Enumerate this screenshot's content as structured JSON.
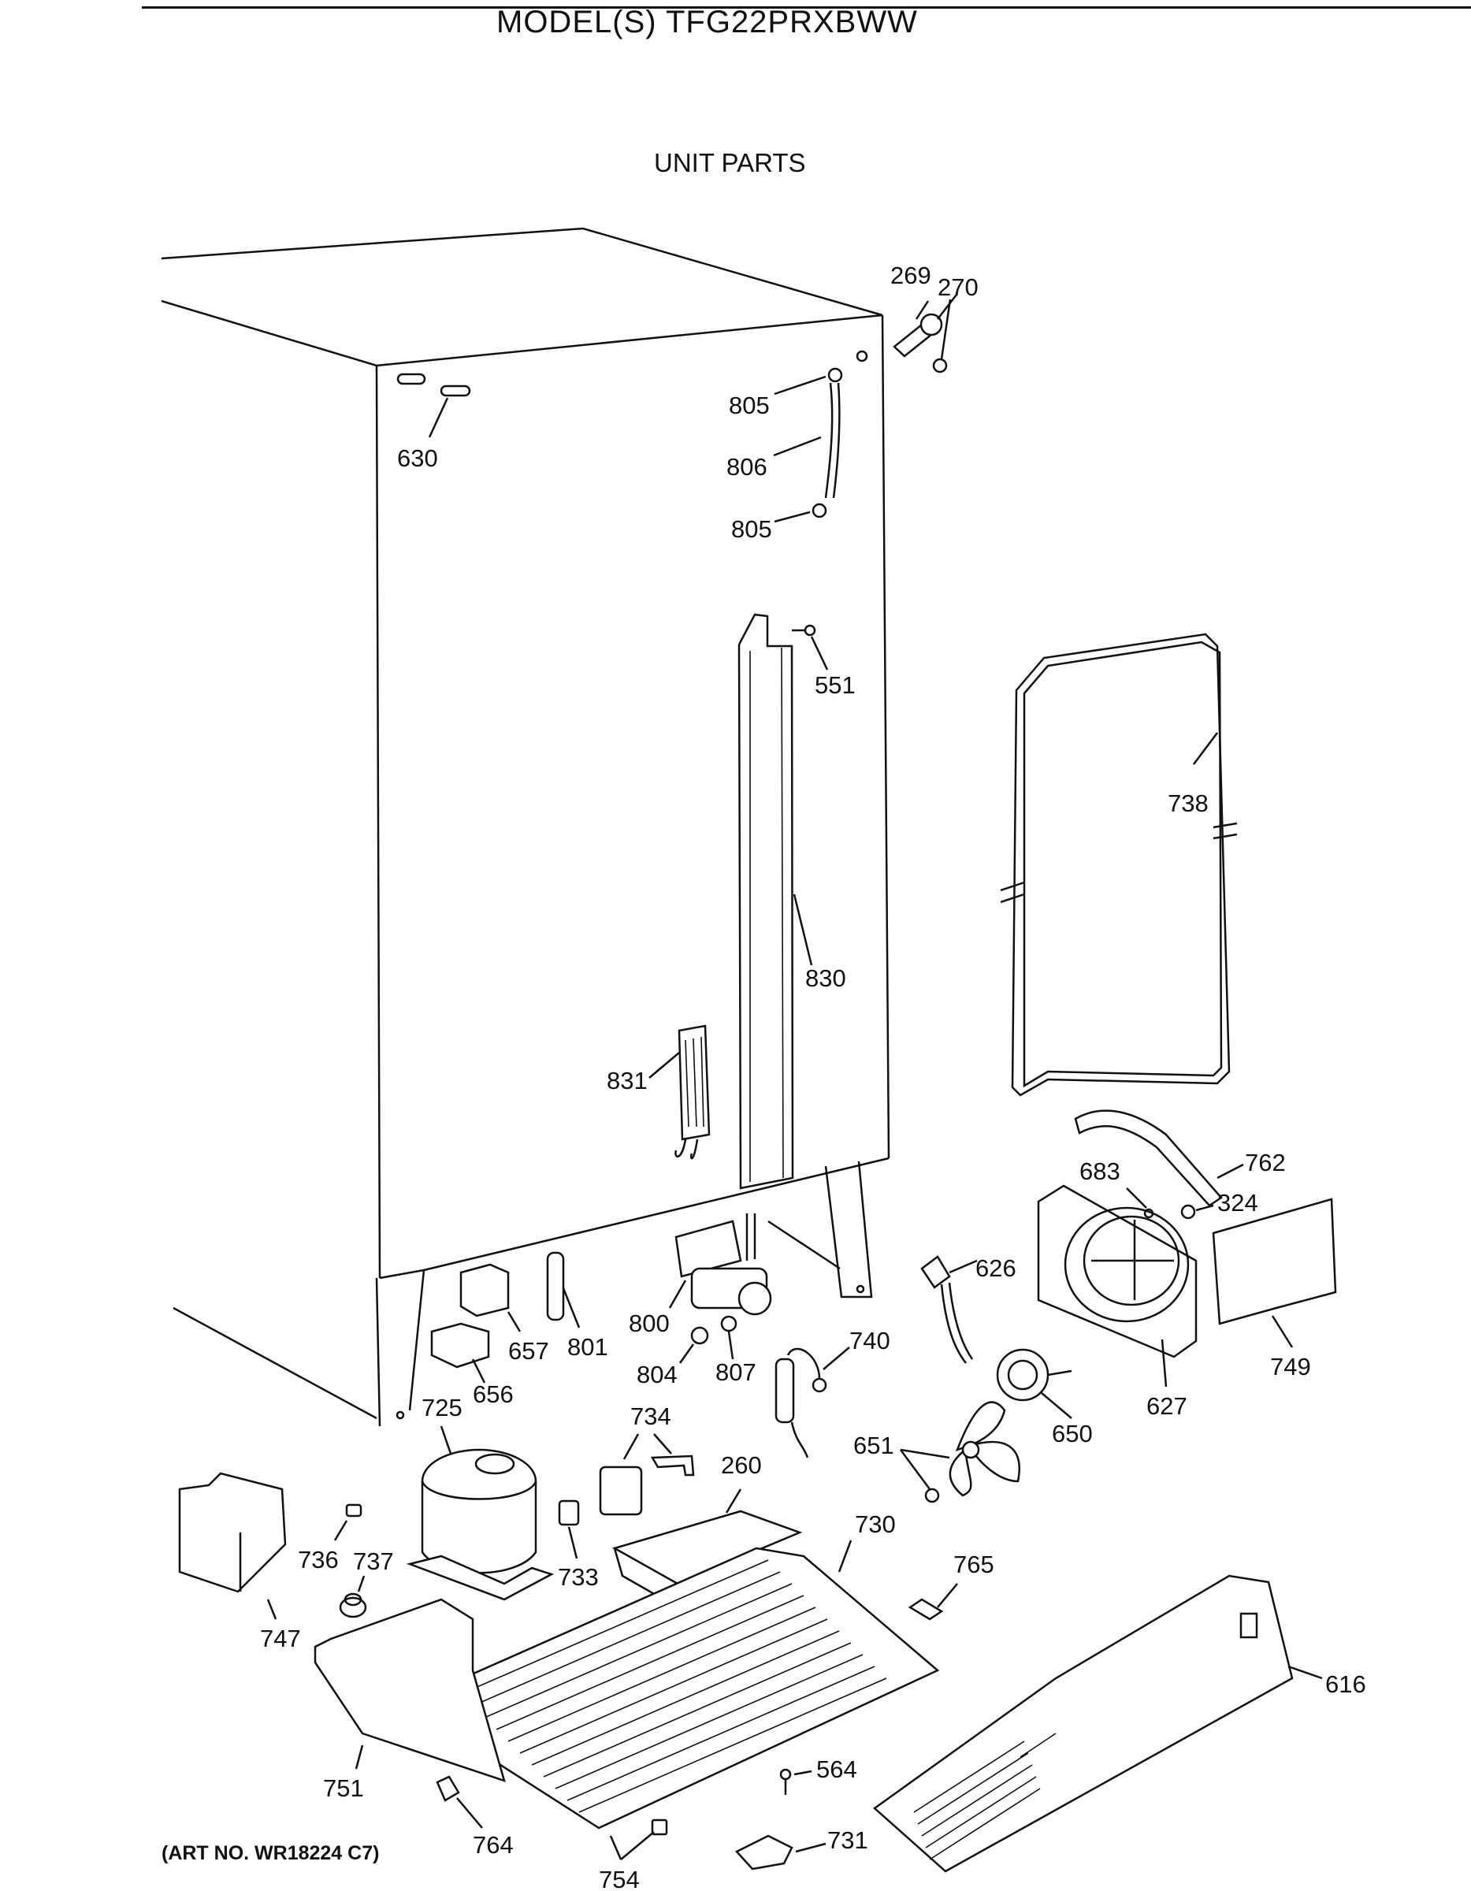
{
  "header": {
    "model_title": "MODEL(S) TFG22PRXBWW",
    "section_title": "UNIT PARTS"
  },
  "footer": {
    "art_number": "(ART NO. WR18224 C7)"
  },
  "callouts": [
    "269",
    "270",
    "805",
    "806",
    "805",
    "630",
    "551",
    "738",
    "830",
    "831",
    "762",
    "683",
    "324",
    "626",
    "749",
    "800",
    "801",
    "657",
    "656",
    "804",
    "807",
    "740",
    "627",
    "650",
    "725",
    "734",
    "260",
    "651",
    "736",
    "737",
    "747",
    "733",
    "730",
    "765",
    "616",
    "751",
    "564",
    "764",
    "754",
    "731"
  ]
}
